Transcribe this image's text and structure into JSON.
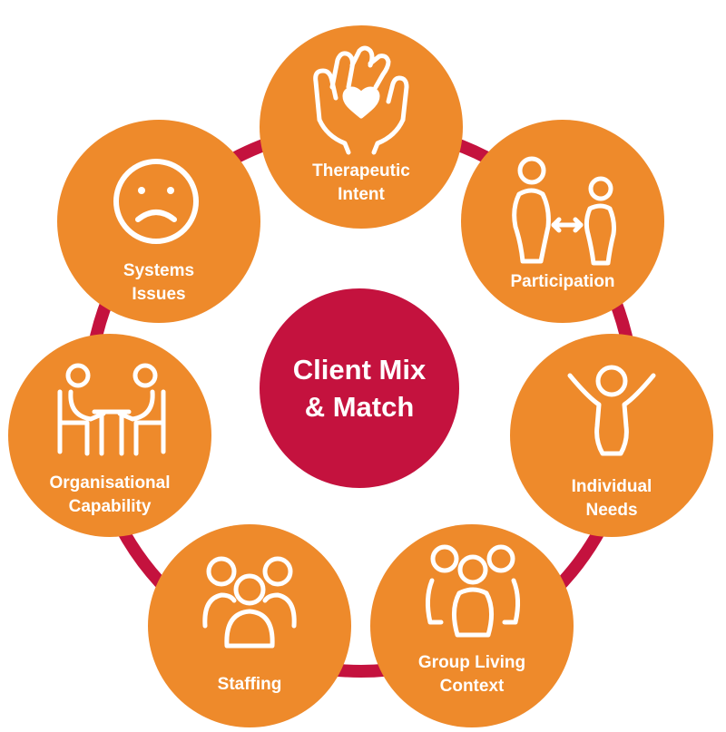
{
  "center": {
    "line1": "Client Mix",
    "line2": "& Match",
    "color": "#c4123e"
  },
  "colors": {
    "node_fill": "#ee8a2b",
    "ring": "#c4123e",
    "icon": "#ffffff"
  },
  "nodes": [
    {
      "icon": "hands-heart-icon",
      "line1": "Therapeutic",
      "line2": "Intent"
    },
    {
      "icon": "two-people-exchange-icon",
      "line1": "Participation",
      "line2": ""
    },
    {
      "icon": "person-arms-raised-icon",
      "line1": "Individual",
      "line2": "Needs"
    },
    {
      "icon": "group-people-icon",
      "line1": "Group Living",
      "line2": "Context"
    },
    {
      "icon": "team-people-icon",
      "line1": "Staffing",
      "line2": ""
    },
    {
      "icon": "meeting-table-icon",
      "line1": "Organisational",
      "line2": "Capability"
    },
    {
      "icon": "sad-face-icon",
      "line1": "Systems",
      "line2": "Issues"
    }
  ]
}
